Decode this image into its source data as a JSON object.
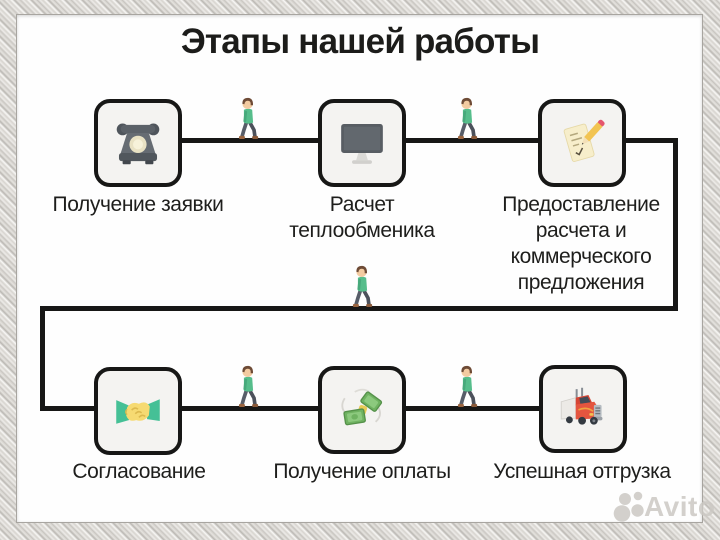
{
  "title": "Этапы нашей работы",
  "steps": [
    {
      "id": "request",
      "icon": "phone-icon",
      "label": "Получение заявки"
    },
    {
      "id": "calculation",
      "icon": "monitor-icon",
      "label": "Расчет\nтеплообменика"
    },
    {
      "id": "proposal",
      "icon": "note-pencil-icon",
      "label": "Предоставление\nрасчета и\nкоммерческого\nпредложения"
    },
    {
      "id": "approval",
      "icon": "handshake-icon",
      "label": "Согласование"
    },
    {
      "id": "payment",
      "icon": "money-icon",
      "label": "Получение оплаты"
    },
    {
      "id": "shipment",
      "icon": "truck-icon",
      "label": "Успешная отгрузка"
    }
  ],
  "watermark": {
    "text": "Avito"
  },
  "palette": {
    "line": "#171716",
    "box_fill": "#f4f3f1",
    "text": "#1e1e1c",
    "person_shirt_green": "#56bd8b",
    "sleeve_green": "#45c096",
    "money_green": "#6fb261",
    "truck_red": "#e4553f",
    "paper_cream": "#f7eecb",
    "pencil_yellow": "#f2c452",
    "pencil_eraser_pink": "#e4566e",
    "frame_silver": "#cfccc7",
    "watermark_gray": "#ccc9c4"
  }
}
